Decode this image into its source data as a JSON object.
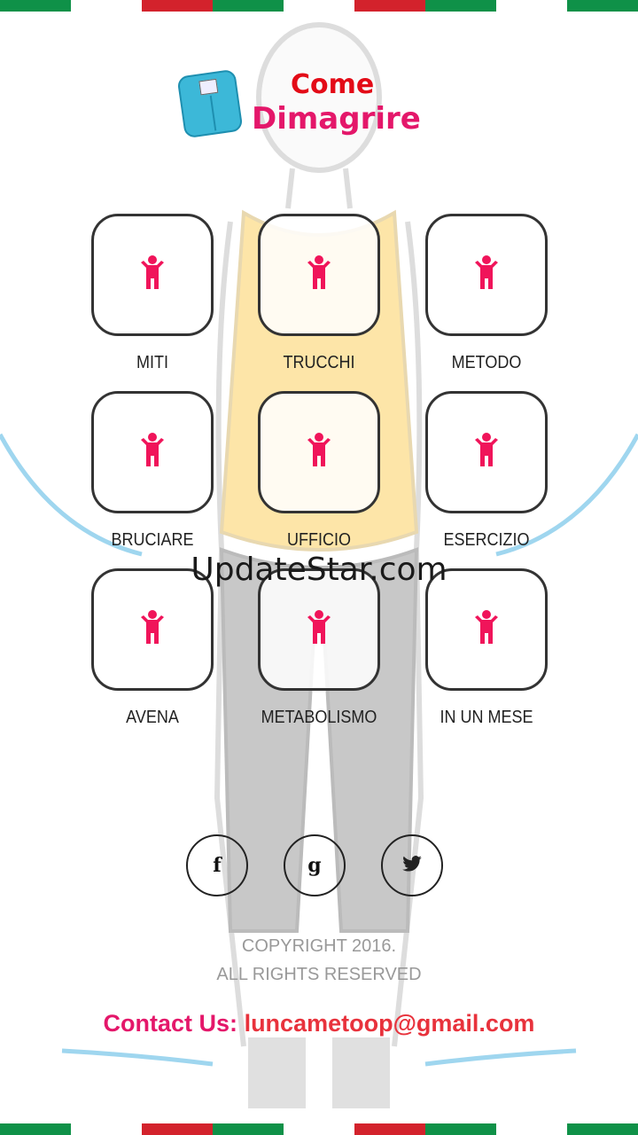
{
  "logo": {
    "line1": "Come",
    "line2": "Dimagrire"
  },
  "tiles": [
    {
      "label": "MITI"
    },
    {
      "label": "TRUCCHI"
    },
    {
      "label": "METODO"
    },
    {
      "label": "BRUCIARE"
    },
    {
      "label": "UFFICIO"
    },
    {
      "label": "ESERCIZIO"
    },
    {
      "label": "AVENA"
    },
    {
      "label": "METABOLISMO"
    },
    {
      "label": "IN UN MESE"
    }
  ],
  "watermark": "UpdateStar.com",
  "social": {
    "facebook": "f",
    "google": "g"
  },
  "footer": {
    "copyright": "COPYRIGHT 2016.",
    "rights": "ALL RIGHTS RESERVED",
    "contact_label": "Contact Us:",
    "email": "luncametoop@gmail.com"
  },
  "colors": {
    "accent": "#e4176a",
    "icon": "#f0145a",
    "email": "#e8323c"
  }
}
